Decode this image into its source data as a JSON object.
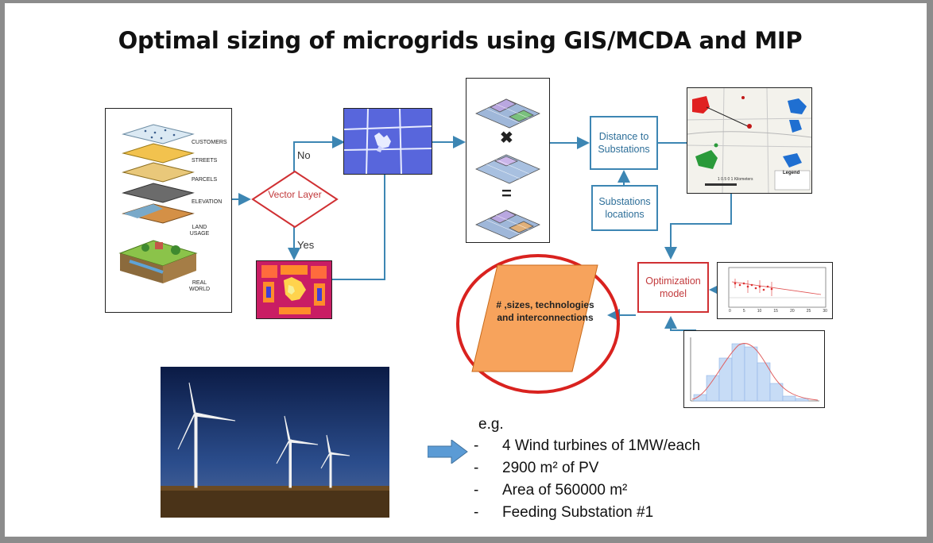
{
  "title": "Optimal sizing of microgrids using GIS/MCDA and MIP",
  "gis_layers": {
    "labels": [
      "CUSTOMERS",
      "STREETS",
      "PARCELS",
      "ELEVATION",
      "LAND USAGE",
      "REAL WORLD"
    ]
  },
  "decision": {
    "label": "Vector Layer",
    "branch_no": "No",
    "branch_yes": "Yes"
  },
  "operators": {
    "multiply": "✖",
    "equals": "="
  },
  "nodes": {
    "distance": "Distance to Substations",
    "substations": "Substations locations",
    "optimization": "Optimization model"
  },
  "map": {
    "legend_title": "Legend",
    "scale_text": "1   0.5   0        1 Kilometers"
  },
  "scatter_ticks": [
    "0",
    "5",
    "10",
    "15",
    "20",
    "25",
    "30"
  ],
  "result": {
    "text": "# ,sizes, technologies and interconnections"
  },
  "example": {
    "heading": "e.g.",
    "items": [
      "4 Wind turbines of 1MW/each",
      "2900 m² of PV",
      "Area of 560000 m²",
      "Feeding Substation #1"
    ]
  },
  "colors": {
    "flow_blue": "#3d86b3",
    "decision_red": "#d03033",
    "result_orange": "#f7a35c",
    "highlight_red": "#d9221f"
  }
}
